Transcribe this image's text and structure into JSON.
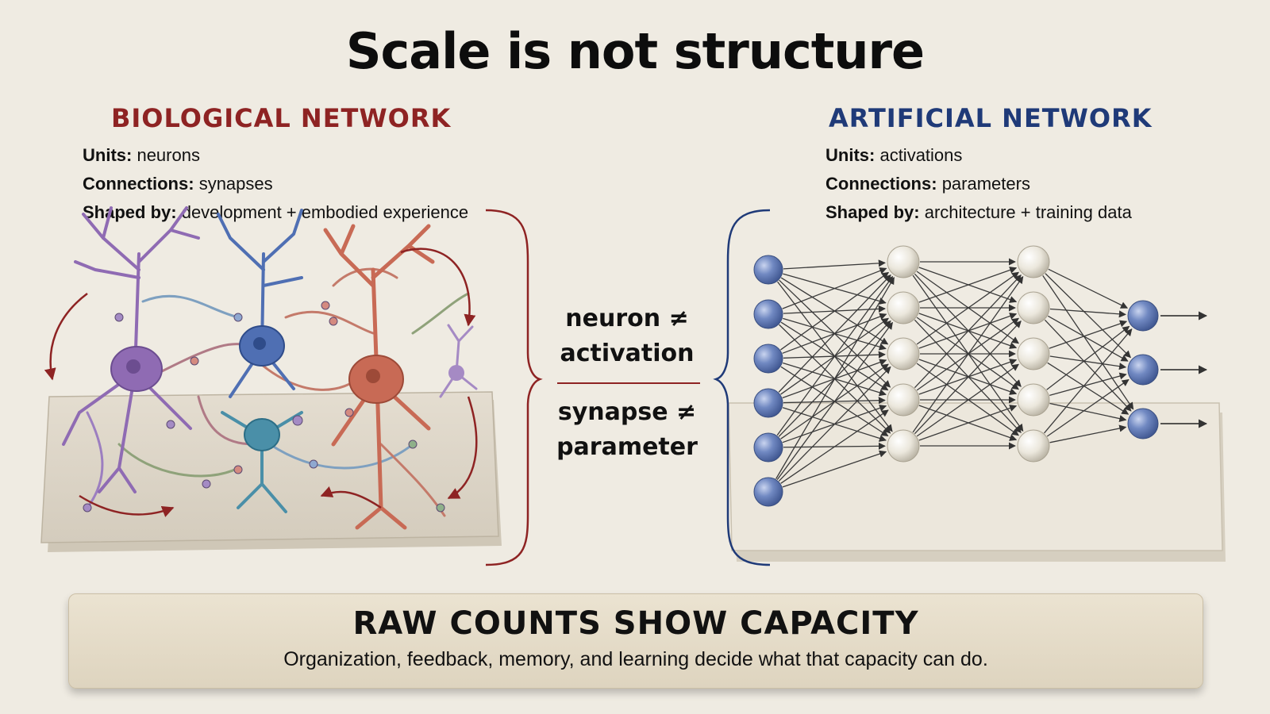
{
  "title": "Scale is not structure",
  "colors": {
    "biological": "#8e2323",
    "artificial": "#1f3a78",
    "background": "#efebe2",
    "input_node": "#6f86bd",
    "hidden_node": "#ece8dc",
    "output_node": "#6f86bd"
  },
  "biological": {
    "heading": "BIOLOGICAL NETWORK",
    "facts": [
      {
        "key": "Units:",
        "value": "neurons"
      },
      {
        "key": "Connections:",
        "value": "synapses"
      },
      {
        "key": "Shaped by:",
        "value": "development + embodied experience"
      }
    ],
    "neurons": [
      {
        "name": "purple-neuron",
        "color": "#8f6bb3"
      },
      {
        "name": "blue-neuron",
        "color": "#4f6fb3"
      },
      {
        "name": "teal-neuron",
        "color": "#4a8fa8"
      },
      {
        "name": "red-neuron",
        "color": "#c86a55"
      }
    ]
  },
  "artificial": {
    "heading": "ARTIFICIAL NETWORK",
    "facts": [
      {
        "key": "Units:",
        "value": "activations"
      },
      {
        "key": "Connections:",
        "value": "parameters"
      },
      {
        "key": "Shaped by:",
        "value": "architecture + training data"
      }
    ],
    "layers": [
      6,
      5,
      5,
      3
    ]
  },
  "comparison": {
    "line1": "neuron ≠",
    "line2": "activation",
    "line3": "synapse ≠",
    "line4": "parameter"
  },
  "banner": {
    "title": "RAW COUNTS SHOW CAPACITY",
    "subtitle": "Organization, feedback, memory, and learning decide what that capacity can do."
  }
}
